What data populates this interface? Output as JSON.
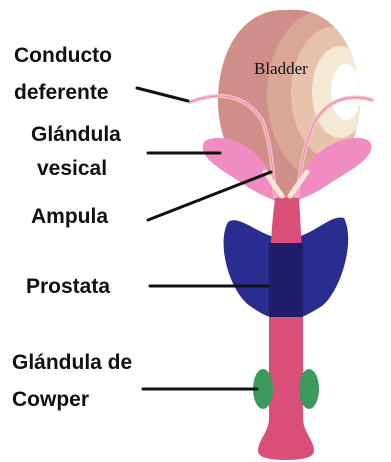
{
  "colors": {
    "bladder_outer": "#cf8f88",
    "bladder_mid": "#d9a597",
    "bladder_inner": "#e6c2ad",
    "bladder_highlight": "#f4ead4",
    "bladder_center": "#ffffff",
    "vesicle": "#f08cc2",
    "urethra": "#d94f78",
    "prostate": "#2b2c8f",
    "prostate_core": "#201e6a",
    "cowper": "#3c9a5c",
    "vas_deferens": "#f4c0cc",
    "leader_line": "#111111"
  },
  "labels": {
    "bladder": "Bladder",
    "conducto_line1": "Conducto",
    "conducto_line2": "deferente",
    "glandula_vesical_line1": "Glándula",
    "glandula_vesical_line2": "vesical",
    "ampula": "Ampula",
    "prostata": "Prostata",
    "cowper_line1": "Glándula de",
    "cowper_line2": "Cowper"
  }
}
